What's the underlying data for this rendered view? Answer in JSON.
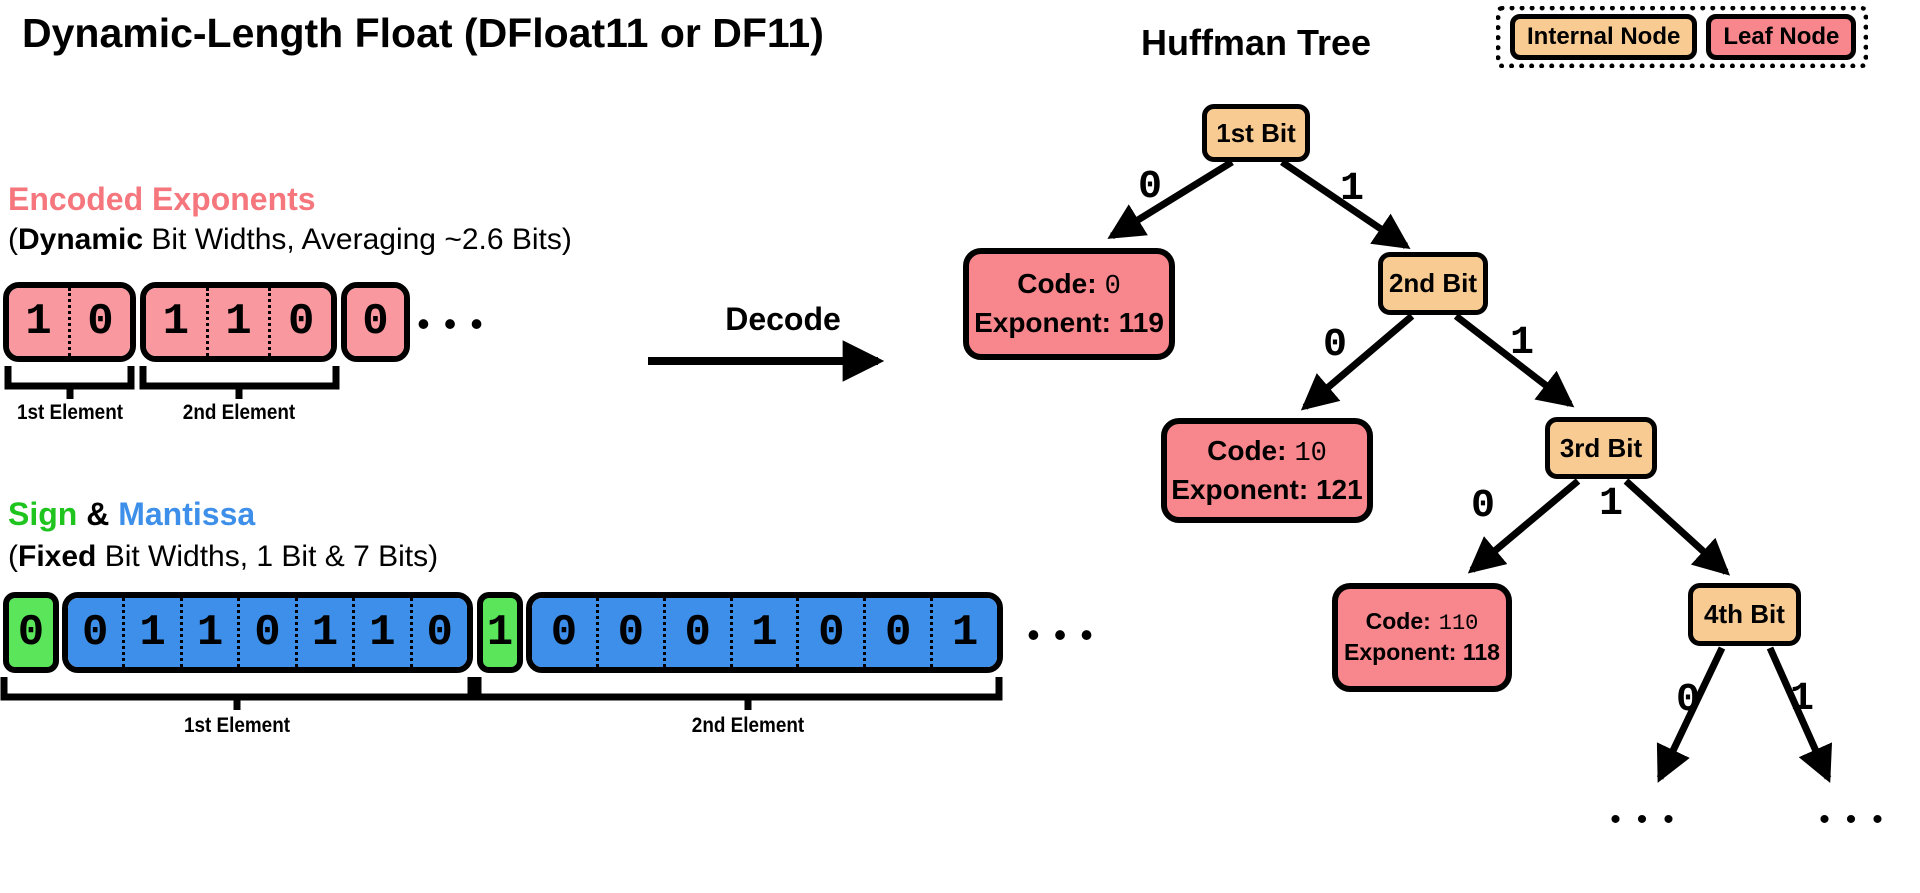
{
  "title": "Dynamic-Length Float (DFloat11 or DF11)",
  "legend": {
    "internal_label": "Internal Node",
    "leaf_label": "Leaf Node"
  },
  "huffman": {
    "title": "Huffman Tree",
    "bit0": "0",
    "bit1": "1",
    "nodes": [
      {
        "label": "1st Bit"
      },
      {
        "label": "2nd Bit"
      },
      {
        "label": "3rd Bit"
      },
      {
        "label": "4th Bit"
      }
    ],
    "leaves": [
      {
        "code_label": "Code:",
        "code_value": "0",
        "exponent_label": "Exponent:",
        "exponent_value": "119"
      },
      {
        "code_label": "Code:",
        "code_value": "10",
        "exponent_label": "Exponent:",
        "exponent_value": "121"
      },
      {
        "code_label": "Code:",
        "code_value": "110",
        "exponent_label": "Exponent:",
        "exponent_value": "118"
      }
    ],
    "ellipsis": "•••"
  },
  "exponents_section": {
    "heading": "Encoded Exponents",
    "subheading_open": "(",
    "subheading_bold": "Dynamic",
    "subheading_rest": " Bit Widths, Averaging ~2.6 Bits)",
    "groups": [
      [
        "1",
        "0"
      ],
      [
        "1",
        "1",
        "0"
      ],
      [
        "0"
      ]
    ],
    "labels": [
      "1st Element",
      "2nd Element"
    ],
    "ellipsis": "•••"
  },
  "decode_label": "Decode",
  "sign_mantissa_section": {
    "heading_sign": "Sign",
    "heading_amp": " & ",
    "heading_mantissa": "Mantissa",
    "subheading_open": "(",
    "subheading_bold": "Fixed",
    "subheading_rest": " Bit Widths, 1 Bit & 7 Bits)",
    "elements": [
      {
        "sign_bit": "0",
        "mantissa_bits": [
          "0",
          "1",
          "1",
          "0",
          "1",
          "1",
          "0"
        ]
      },
      {
        "sign_bit": "1",
        "mantissa_bits": [
          "0",
          "0",
          "0",
          "1",
          "0",
          "0",
          "1"
        ]
      }
    ],
    "labels": [
      "1st Element",
      "2nd Element"
    ],
    "ellipsis": "•••"
  },
  "colors": {
    "internal_node": "#F8CB92",
    "leaf_node": "#F7868D",
    "exponent_cell": "#F9999F",
    "sign_cell": "#5BE55B",
    "mantissa_cell": "#3D8FE9",
    "heading_red": "#F5767D",
    "heading_green": "#1FC41E",
    "heading_blue": "#3D8FE9",
    "line": "#000000"
  }
}
